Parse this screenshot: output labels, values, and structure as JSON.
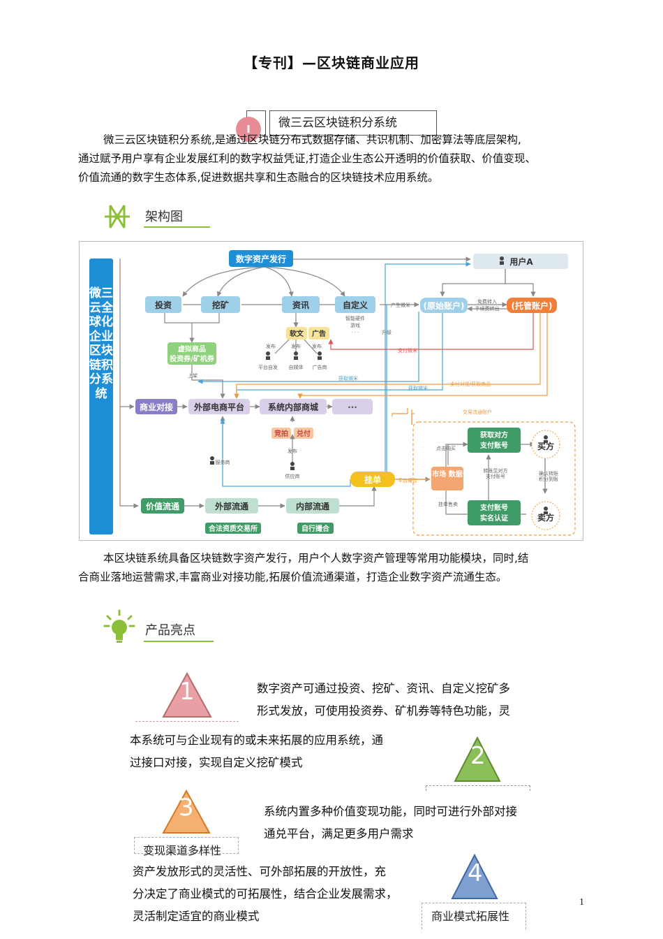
{
  "title": "【专刊】—区块链商业应用",
  "section1": {
    "number": "Ⅰ",
    "label": "微三云区块链积分系统"
  },
  "intro": [
    "微三云区块链积分系统,是通过区块链分布式数据存储、共识机制、加密算法等底层架构,",
    "通过赋予用户享有企业发展红利的数字权益凭证,打造企业生态公开透明的价值获取、价值变现、",
    "价值流通的数字生态体系,促进数据共享和生态融合的区块链技术应用系统。"
  ],
  "arch_heading": "架构图",
  "diagram": {
    "vertical_title": "微三云全球化企业区块链积分系统",
    "top": "数字资产发行",
    "user": "用户A",
    "invest": "投资",
    "mine": "挖矿",
    "info": "资讯",
    "custom": "自定义",
    "hardware": "智能硬件",
    "games": "游戏",
    "dots": "· · ·",
    "article": "软文",
    "ad": "广告",
    "publish": "发布",
    "platform_self": "平台自发",
    "self_media": "自媒体",
    "advertiser": "广告商",
    "virtual_goods_1": "虚拟商品",
    "virtual_goods_2": "投资券/矿机券",
    "listed": "上架",
    "original": "(原始账户)",
    "custody": "(托管账户)",
    "free_in": "免费转入",
    "fee_out": "手续费转出",
    "gen_micro": "产生微米",
    "pay_micro": "支付微米",
    "get_micro": "获取微米",
    "get_micro2": "获取微米",
    "pay_get_goods": "支付对接/获取商品",
    "upgrade": "升级",
    "trade_account": "交易流通账户",
    "biz_dock": "商业对接",
    "ext_mall": "外部电商平台",
    "int_mall": "系统内部商城",
    "more": "···",
    "auction": "竞拍",
    "exchange": "兑付",
    "publish2": "发布",
    "service": "服务商",
    "supplier": "供应商",
    "listing": "挂单",
    "platform_match": "平台撮合",
    "market": "交易市场\n数据公布",
    "click_buy": "点击购买",
    "sell_order": "挂单售卖",
    "get_acc": "获取对方\n支付账号",
    "pay_acc": "支付账号\n实名认证",
    "buyer": "买方",
    "seller": "卖方",
    "transfer_to": "转账至对方\n支付账号",
    "confirm": "确认转账\n积分到账",
    "value_flow": "价值流通",
    "ext_flow": "外部流通",
    "int_flow": "内部流通",
    "legal_ex": "合法资质交易所",
    "self_match": "自行撮合"
  },
  "p2": [
    "本区块链系统具备区块链数字资产发行，用户个人数字资产管理等常用功能模块，同时,结",
    "合商业落地运营需求,丰富商业对接功能,拓展价值流通渠道，打造企业数字资产流通生态。"
  ],
  "highlights_heading": "产品亮点",
  "highlights": [
    {
      "num": "1",
      "lines": [
        "数字资产可通过投资、挖矿、资讯、自定义挖矿多",
        "形式发放，可使用投资券、矿机券等特色功能，灵"
      ],
      "color": "#e8a0a4"
    },
    {
      "num": "2",
      "lines": [
        "本系统可与企业现有的或未来拓展的应用系统，通",
        "过接口对接，实现自定义挖矿模式"
      ],
      "color": "#7ba84a"
    },
    {
      "num": "3",
      "lines": [
        "系统内置多种价值变现功能，同时可进行外部对接",
        "通兑平台，满足更多用户需求"
      ],
      "caption": "变现渠道多样性",
      "color": "#f0a04a"
    },
    {
      "num": "4",
      "lines": [
        "资产发放形式的灵活性、可外部拓展的开放性，充",
        "分决定了商业模式的可拓展性，结合企业发展需求，",
        "灵活制定适宜的商业模式"
      ],
      "caption": "商业模式拓展性",
      "color": "#6d8cc0"
    }
  ],
  "page_number": "1"
}
